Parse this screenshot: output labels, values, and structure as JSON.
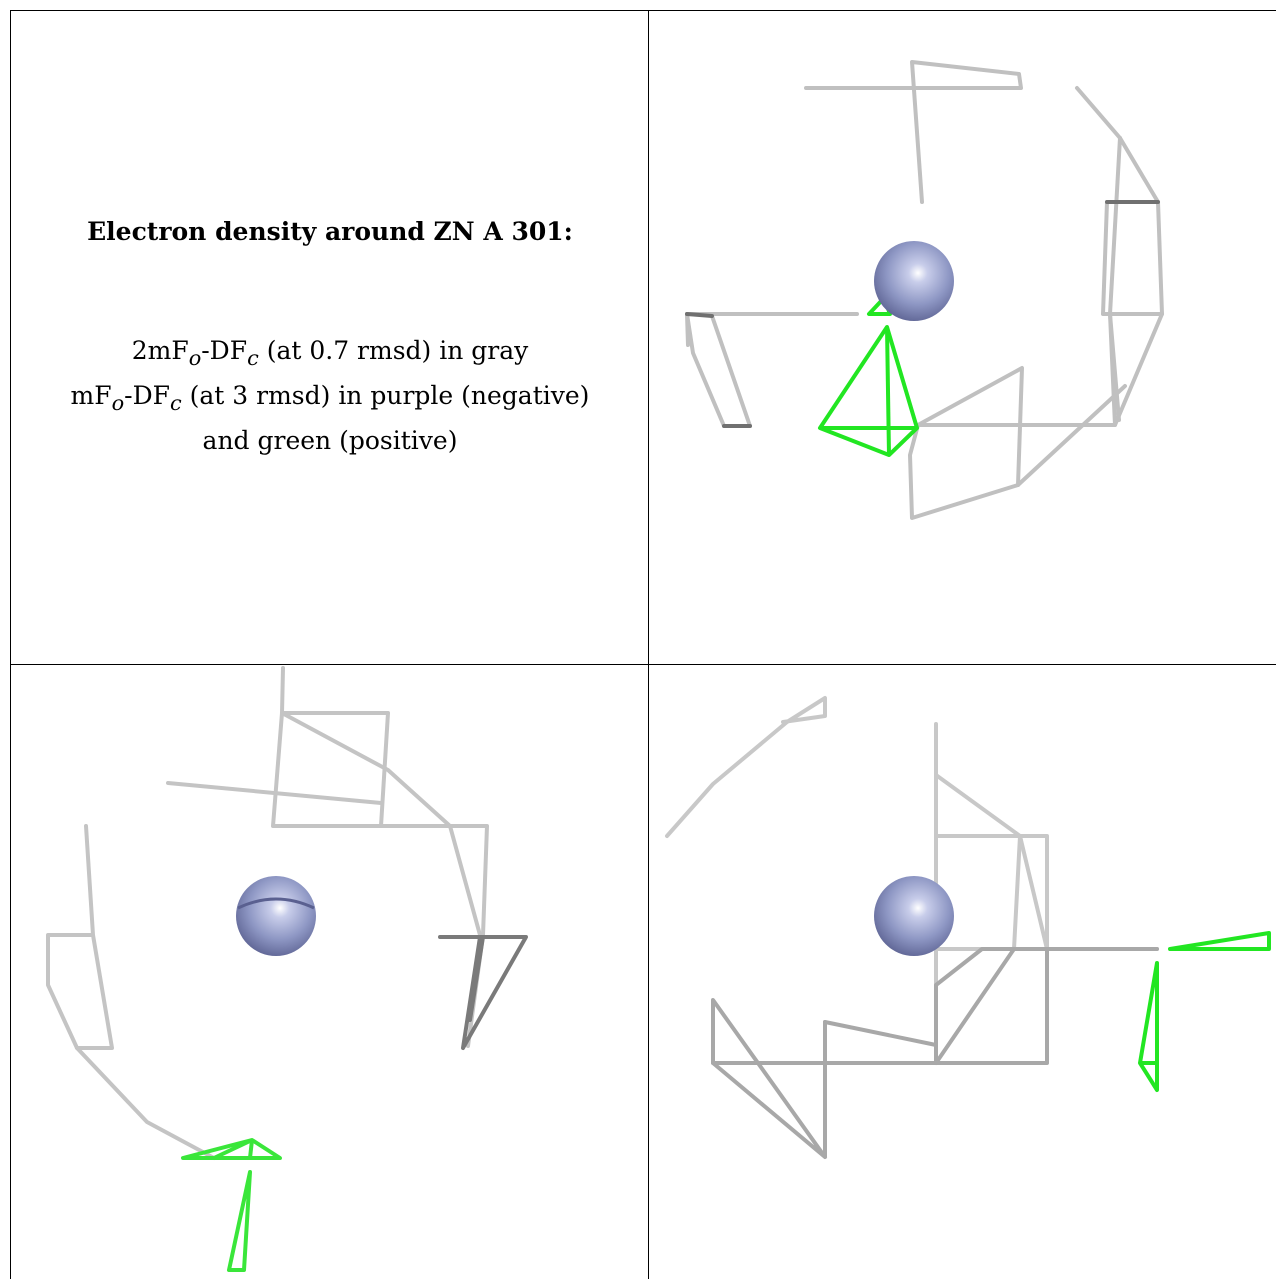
{
  "legend": {
    "title": "Electron density around ZN A 301:",
    "line1": {
      "prefix": "2mF",
      "sub1": "o",
      "mid": "-DF",
      "sub2": "c",
      "suffix": " (at 0.7 rmsd) in gray"
    },
    "line2": {
      "prefix": "mF",
      "sub1": "o",
      "mid": "-DF",
      "sub2": "c",
      "suffix": " (at 3 rmsd) in purple (negative)"
    },
    "line3": "and green (positive)"
  },
  "colors": {
    "gray_mesh": "#b4b4b4",
    "dark_mesh": "#6e6e6e",
    "green_mesh": "#22e622",
    "zn_sphere": "#8e97c4"
  },
  "panels": [
    {
      "name": "view-top-right",
      "atom": "ZN A 301"
    },
    {
      "name": "view-bottom-left",
      "atom": "ZN A 301"
    },
    {
      "name": "view-bottom-right",
      "atom": "ZN A 301"
    }
  ]
}
